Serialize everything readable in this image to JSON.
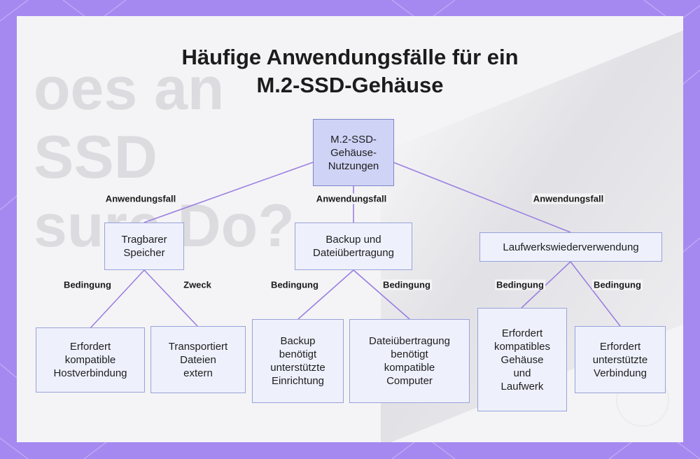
{
  "title": {
    "line1": "Häufige Anwendungsfälle für ein",
    "line2": "M.2-SSD-Gehäuse"
  },
  "background": {
    "ghost_text": "oes an\nSSD\nsure Do?"
  },
  "colors": {
    "frame": "#a689f0",
    "panel": "#f4f4f6",
    "node_fill": "#eef0fc",
    "node_border": "#9aa2d8",
    "root_fill": "#cfd3f6",
    "edge": "#9b7fe0"
  },
  "nodes": {
    "root": "M.2-SSD-\nGehäuse-\nNutzungen",
    "portable": "Tragbarer\nSpeicher",
    "backup": "Backup und\nDateiübertragung",
    "reuse": "Laufwerkswiederverwendung",
    "portable_cond": "Erfordert\nkompatible\nHostverbindung",
    "portable_purpose": "Transportiert\nDateien\nextern",
    "backup_cond": "Backup\nbenötigt\nunterstützte\nEinrichtung",
    "transfer_cond": "Dateiübertragung\nbenötigt\nkompatible\nComputer",
    "reuse_cond1": "Erfordert\nkompatibles\nGehäuse\nund\nLaufwerk",
    "reuse_cond2": "Erfordert\nunterstützte\nVerbindung"
  },
  "edges": {
    "e_root_portable": "Anwendungsfall",
    "e_root_backup": "Anwendungsfall",
    "e_root_reuse": "Anwendungsfall",
    "e_portable_cond": "Bedingung",
    "e_portable_purpose": "Zweck",
    "e_backup_cond": "Bedingung",
    "e_transfer_cond": "Bedingung",
    "e_reuse_cond1": "Bedingung",
    "e_reuse_cond2": "Bedingung"
  }
}
